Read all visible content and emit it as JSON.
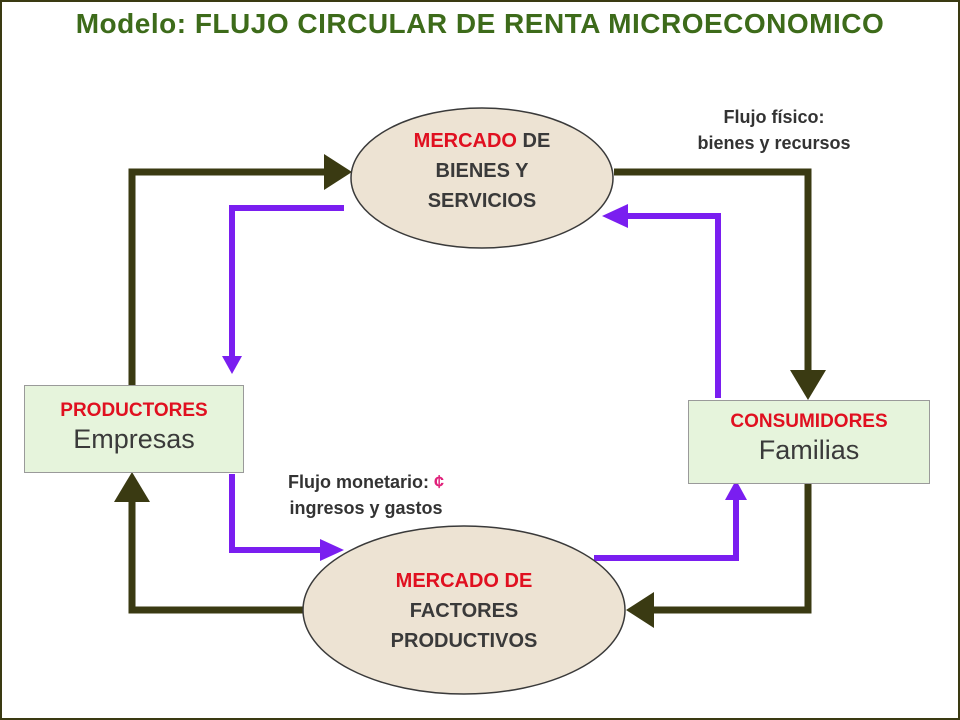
{
  "title": "Modelo: FLUJO CIRCULAR DE RENTA MICROECONOMICO",
  "nodes": {
    "goods_market": {
      "line1_red": "MERCADO",
      "line1_rest": " DE",
      "line2": "BIENES Y",
      "line3": "SERVICIOS"
    },
    "factor_market": {
      "line1": "MERCADO DE",
      "line2": "FACTORES",
      "line3": "PRODUCTIVOS"
    },
    "producers": {
      "head": "PRODUCTORES",
      "sub": "Empresas"
    },
    "consumers": {
      "head": "CONSUMIDORES",
      "sub": "Familias"
    }
  },
  "labels": {
    "physical_flow": {
      "line1": "Flujo físico:",
      "line2": "bienes y recursos"
    },
    "monetary_flow": {
      "line1": "Flujo monetario: ",
      "symbol": "¢",
      "line2": "ingresos y gastos"
    }
  },
  "colors": {
    "physical_flow": "#3a3a12",
    "monetary_flow": "#7a1ef0",
    "ellipse_fill": "#ede3d3",
    "box_fill": "#e6f4dc",
    "title": "#3d6b1a",
    "accent_red": "#e01020"
  }
}
